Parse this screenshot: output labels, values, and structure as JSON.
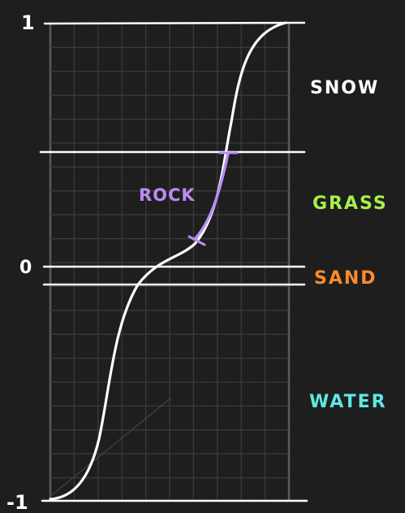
{
  "axis": {
    "top_label": "1",
    "zero_label": "0",
    "bottom_label": "-1"
  },
  "zones": [
    {
      "name": "snow",
      "label": "SNOW",
      "color": "#ffffff"
    },
    {
      "name": "grass",
      "label": "GRASS",
      "color": "#a6f04a"
    },
    {
      "name": "sand",
      "label": "SAND",
      "color": "#ff8a2a"
    },
    {
      "name": "water",
      "label": "WATER",
      "color": "#5ee8e0"
    }
  ],
  "rock": {
    "label": "ROCK",
    "color": "#b98cf2"
  },
  "colors": {
    "background": "#1e1e1e",
    "grid": "#3a3a3a",
    "lines": "#ffffff"
  }
}
